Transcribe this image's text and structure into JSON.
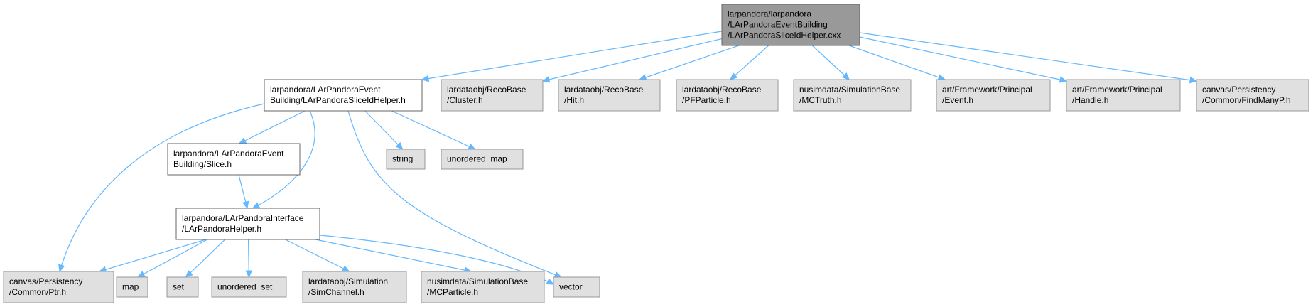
{
  "colors": {
    "root_fill": "#999999",
    "root_stroke": "#666666",
    "documented_fill": "#ffffff",
    "documented_stroke": "#666666",
    "external_fill": "#e0e0e0",
    "external_stroke": "#999999",
    "edge": "#63B8FF"
  },
  "nodes": [
    {
      "id": "root",
      "kind": "root",
      "lines": [
        "larpandora/larpandora",
        "/LArPandoraEventBuilding",
        "/LArPandoraSliceIdHelper.cxx"
      ]
    },
    {
      "id": "sliceidhelper_h",
      "kind": "documented",
      "lines": [
        "larpandora/LArPandoraEvent",
        "Building/LArPandoraSliceIdHelper.h"
      ]
    },
    {
      "id": "cluster_h",
      "kind": "external",
      "lines": [
        "lardataobj/RecoBase",
        "/Cluster.h"
      ]
    },
    {
      "id": "hit_h",
      "kind": "external",
      "lines": [
        "lardataobj/RecoBase",
        "/Hit.h"
      ]
    },
    {
      "id": "pfparticle_h",
      "kind": "external",
      "lines": [
        "lardataobj/RecoBase",
        "/PFParticle.h"
      ]
    },
    {
      "id": "mctruth_h",
      "kind": "external",
      "lines": [
        "nusimdata/SimulationBase",
        "/MCTruth.h"
      ]
    },
    {
      "id": "event_h",
      "kind": "external",
      "lines": [
        "art/Framework/Principal",
        "/Event.h"
      ]
    },
    {
      "id": "handle_h",
      "kind": "external",
      "lines": [
        "art/Framework/Principal",
        "/Handle.h"
      ]
    },
    {
      "id": "findmanyp_h",
      "kind": "external",
      "lines": [
        "canvas/Persistency",
        "/Common/FindManyP.h"
      ]
    },
    {
      "id": "slice_h",
      "kind": "documented",
      "lines": [
        "larpandora/LArPandoraEvent",
        "Building/Slice.h"
      ]
    },
    {
      "id": "string",
      "kind": "external",
      "lines": [
        "string"
      ]
    },
    {
      "id": "unordered_map",
      "kind": "external",
      "lines": [
        "unordered_map"
      ]
    },
    {
      "id": "pandorahelper_h",
      "kind": "documented",
      "lines": [
        "larpandora/LArPandoraInterface",
        "/LArPandoraHelper.h"
      ]
    },
    {
      "id": "ptr_h",
      "kind": "external",
      "lines": [
        "canvas/Persistency",
        "/Common/Ptr.h"
      ]
    },
    {
      "id": "map",
      "kind": "external",
      "lines": [
        "map"
      ]
    },
    {
      "id": "set",
      "kind": "external",
      "lines": [
        "set"
      ]
    },
    {
      "id": "unordered_set",
      "kind": "external",
      "lines": [
        "unordered_set"
      ]
    },
    {
      "id": "simchannel_h",
      "kind": "external",
      "lines": [
        "lardataobj/Simulation",
        "/SimChannel.h"
      ]
    },
    {
      "id": "mcparticle_h",
      "kind": "external",
      "lines": [
        "nusimdata/SimulationBase",
        "/MCParticle.h"
      ]
    },
    {
      "id": "vector",
      "kind": "external",
      "lines": [
        "vector"
      ]
    }
  ],
  "edges": [
    {
      "from": "root",
      "to": "sliceidhelper_h"
    },
    {
      "from": "root",
      "to": "cluster_h"
    },
    {
      "from": "root",
      "to": "hit_h"
    },
    {
      "from": "root",
      "to": "pfparticle_h"
    },
    {
      "from": "root",
      "to": "mctruth_h"
    },
    {
      "from": "root",
      "to": "event_h"
    },
    {
      "from": "root",
      "to": "handle_h"
    },
    {
      "from": "root",
      "to": "findmanyp_h"
    },
    {
      "from": "sliceidhelper_h",
      "to": "ptr_h"
    },
    {
      "from": "sliceidhelper_h",
      "to": "slice_h"
    },
    {
      "from": "sliceidhelper_h",
      "to": "pandorahelper_h"
    },
    {
      "from": "sliceidhelper_h",
      "to": "vector"
    },
    {
      "from": "sliceidhelper_h",
      "to": "string"
    },
    {
      "from": "sliceidhelper_h",
      "to": "unordered_map"
    },
    {
      "from": "slice_h",
      "to": "pandorahelper_h"
    },
    {
      "from": "pandorahelper_h",
      "to": "ptr_h"
    },
    {
      "from": "pandorahelper_h",
      "to": "map"
    },
    {
      "from": "pandorahelper_h",
      "to": "set"
    },
    {
      "from": "pandorahelper_h",
      "to": "unordered_set"
    },
    {
      "from": "pandorahelper_h",
      "to": "simchannel_h"
    },
    {
      "from": "pandorahelper_h",
      "to": "mcparticle_h"
    },
    {
      "from": "pandorahelper_h",
      "to": "vector"
    }
  ]
}
